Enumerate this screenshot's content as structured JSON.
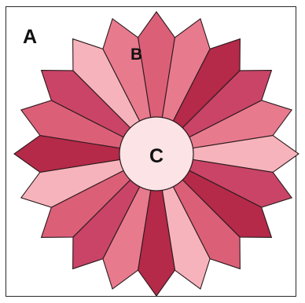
{
  "labels": {
    "background": "A",
    "petal": "B",
    "center": "C"
  },
  "petal_count": 20,
  "petal_colors": [
    "#f7b3bb",
    "#dc5f78",
    "#b42a48",
    "#e87a8e",
    "#c94466"
  ],
  "petal_color_pattern": [
    "#dc5f78",
    "#e87a8e",
    "#b42a48",
    "#c94466",
    "#e87a8e",
    "#f7b3bb",
    "#c94466",
    "#b42a48",
    "#dc5f78",
    "#f7b3bb",
    "#b42a48",
    "#e87a8e",
    "#c94466",
    "#dc5f78",
    "#f7b3bb",
    "#b42a48",
    "#dc5f78",
    "#c94466",
    "#f7b3bb",
    "#e87a8e"
  ],
  "center_color": "#fbe3e6",
  "outline_color": "#2b1a1e"
}
